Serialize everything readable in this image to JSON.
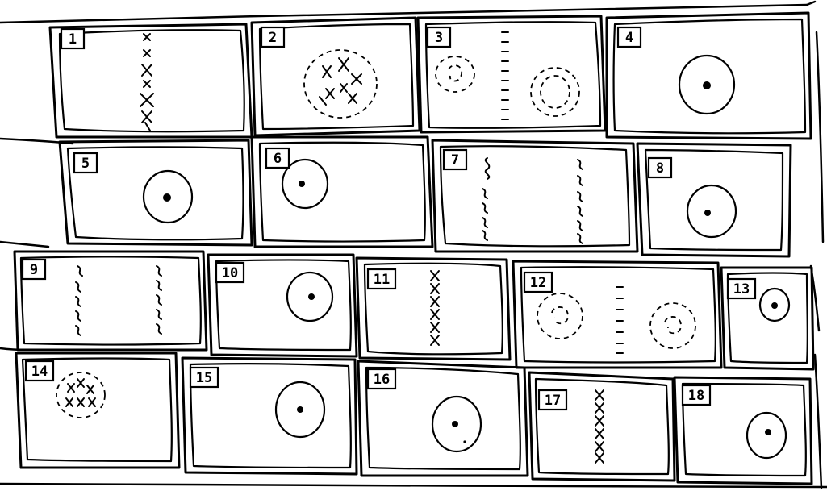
{
  "cells": [
    {
      "id": "cell-1",
      "label": "1"
    },
    {
      "id": "cell-2",
      "label": "2"
    },
    {
      "id": "cell-3",
      "label": "3"
    },
    {
      "id": "cell-4",
      "label": "4"
    },
    {
      "id": "cell-5",
      "label": "5"
    },
    {
      "id": "cell-6",
      "label": "6"
    },
    {
      "id": "cell-7",
      "label": "7"
    },
    {
      "id": "cell-8",
      "label": "8"
    },
    {
      "id": "cell-9",
      "label": "9"
    },
    {
      "id": "cell-10",
      "label": "10"
    },
    {
      "id": "cell-11",
      "label": "11"
    },
    {
      "id": "cell-12",
      "label": "12"
    },
    {
      "id": "cell-13",
      "label": "13"
    },
    {
      "id": "cell-14",
      "label": "14"
    },
    {
      "id": "cell-15",
      "label": "15"
    },
    {
      "id": "cell-16",
      "label": "16"
    },
    {
      "id": "cell-17",
      "label": "17"
    },
    {
      "id": "cell-18",
      "label": "18"
    }
  ]
}
